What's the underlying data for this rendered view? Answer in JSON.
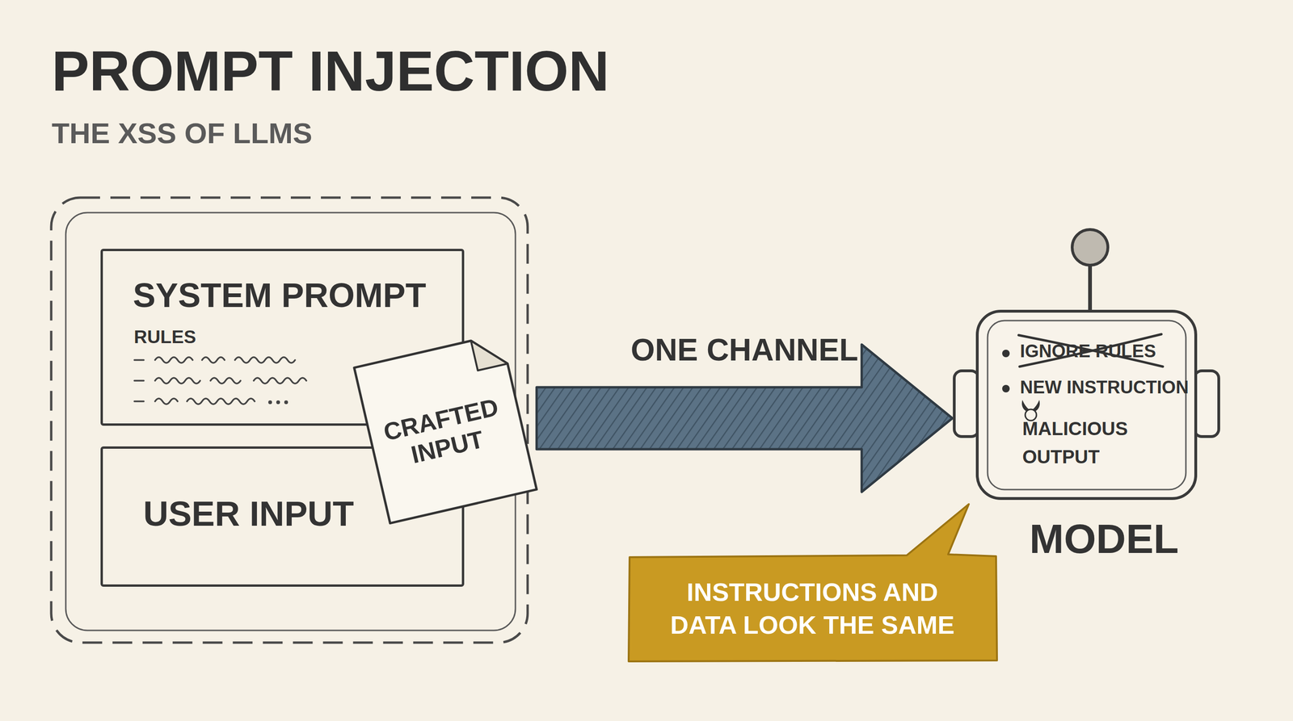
{
  "diagram": {
    "title": "PROMPT INJECTION",
    "caption": "THE XSS OF LLMS",
    "nodes": [
      {
        "text": [
          "SYSTEM PROMPT",
          "RULES"
        ]
      },
      {
        "text": [
          "USER INPUT"
        ]
      },
      {
        "text": [
          "CRAFTED INPUT"
        ]
      },
      {
        "text": [
          "IGNORE RULES",
          "NEW INSTRUCTION",
          "MALICIOUS OUTPUT",
          "MODEL"
        ]
      },
      {
        "text": [
          "INSTRUCTIONS AND DATA LOOK THE SAME"
        ]
      }
    ],
    "edges": [
      {
        "from": 2,
        "to": 3,
        "arrow": "to",
        "label": "ONE CHANNEL"
      }
    ]
  }
}
